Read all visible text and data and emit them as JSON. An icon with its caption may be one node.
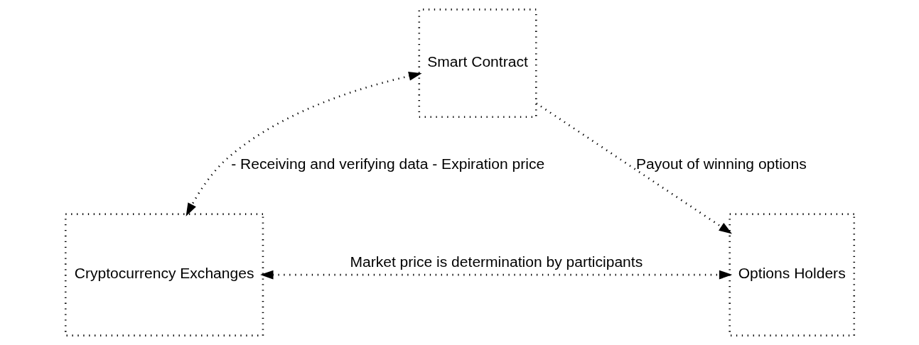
{
  "diagram": {
    "nodes": [
      {
        "text": [
          "Smart Contract"
        ]
      },
      {
        "text": [
          "Cryptocurrency Exchanges"
        ]
      },
      {
        "text": [
          "Options Holders"
        ]
      }
    ],
    "edges": [
      {
        "from": 0,
        "to": 1,
        "arrow": "both",
        "label": "- Receiving and verifying data - Expiration price"
      },
      {
        "from": 0,
        "to": 2,
        "arrow": "to",
        "label": "Payout of winning options"
      },
      {
        "from": 1,
        "to": 2,
        "arrow": "both",
        "label": "Market price is determination by participants"
      }
    ]
  }
}
